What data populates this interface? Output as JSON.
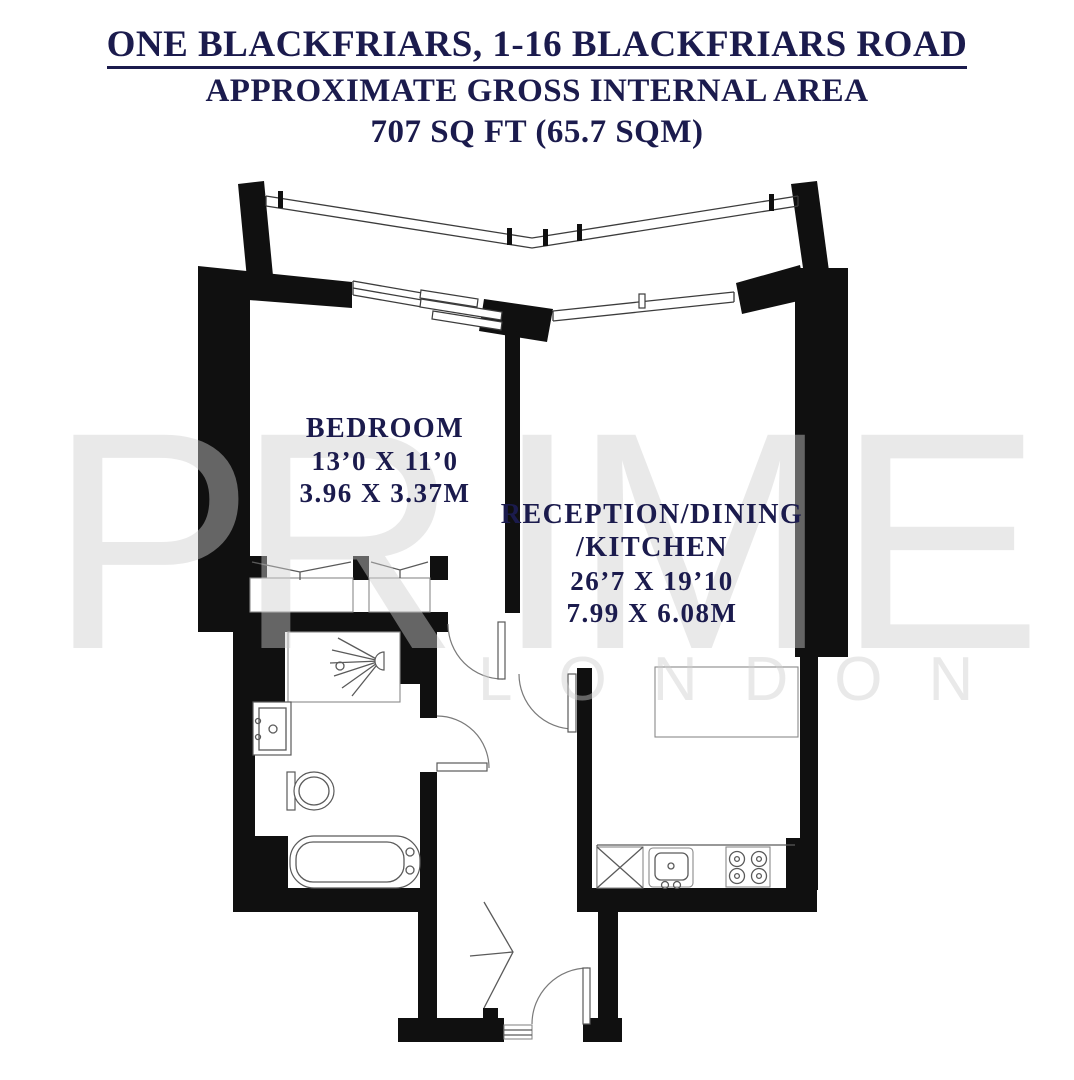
{
  "title": {
    "line1": "ONE BLACKFRIARS, 1-16 BLACKFRIARS ROAD",
    "line2": "APPROXIMATE GROSS INTERNAL AREA",
    "line3": "707 SQ FT (65.7 SQM)"
  },
  "rooms": {
    "bedroom": {
      "name": "BEDROOM",
      "dims_imperial": "13’0 X 11’0",
      "dims_metric": "3.96 X 3.37M"
    },
    "reception": {
      "name_line1": "RECEPTION/DINING",
      "name_line2": "/KITCHEN",
      "dims_imperial": "26’7 X 19’10",
      "dims_metric": "7.99 X 6.08M"
    }
  },
  "watermark": {
    "letters": {
      "l1": "P",
      "l2": "R",
      "l3": "I",
      "l4": "M",
      "l5": "E"
    },
    "city": "LONDON"
  },
  "colors": {
    "text_navy": "#1b1b4d",
    "wall_black": "#101010",
    "fixture_line": "#5a5a5a",
    "watermark_gray": "rgba(206,206,206,0.45)"
  },
  "icons": [
    "balcony-railing",
    "window",
    "sliding-door",
    "wardrobe-rail",
    "shower-icon",
    "basin-icon",
    "toilet-icon",
    "bathtub-icon",
    "door-swing",
    "closet-bifold",
    "dishwasher-icon",
    "sink-icon",
    "hob-icon",
    "dining-table"
  ]
}
